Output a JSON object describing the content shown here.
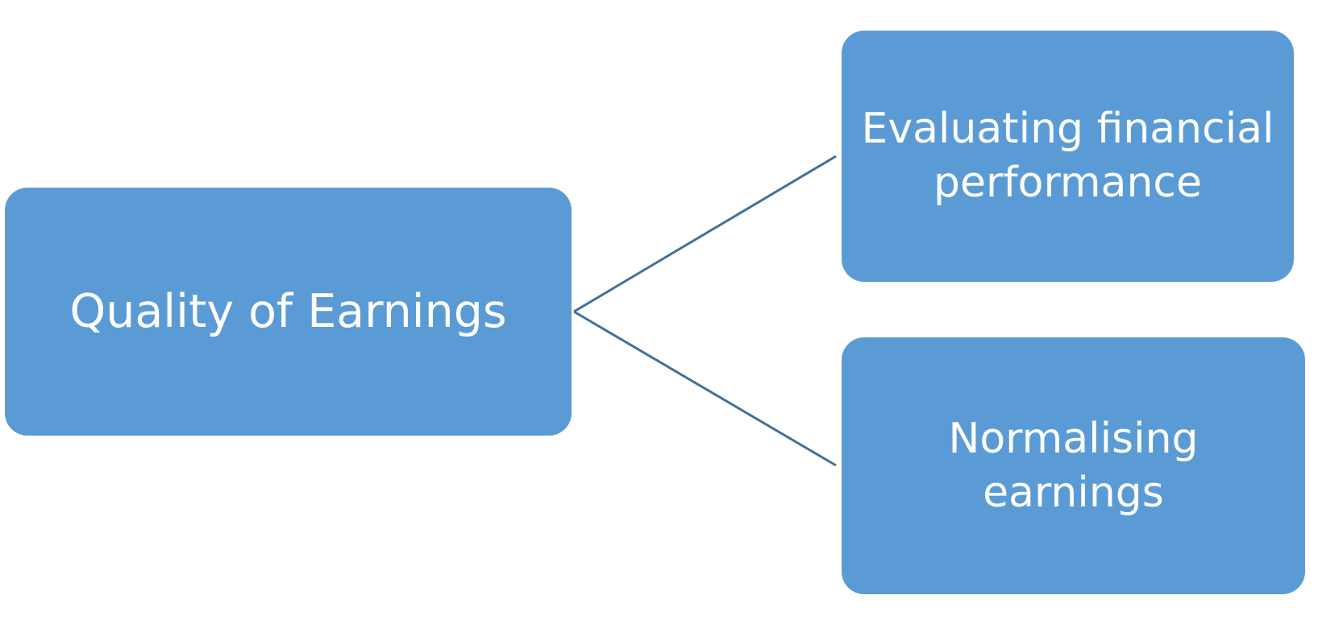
{
  "diagram": {
    "root": {
      "label": "Quality of Earnings"
    },
    "children": [
      {
        "label": "Evaluating financial\nperformance"
      },
      {
        "label": "Normalising earnings"
      }
    ]
  },
  "colors": {
    "node_fill": "#5B9BD5",
    "connector": "#41719C",
    "text": "#FFFFFF",
    "background": "#FFFFFF"
  }
}
